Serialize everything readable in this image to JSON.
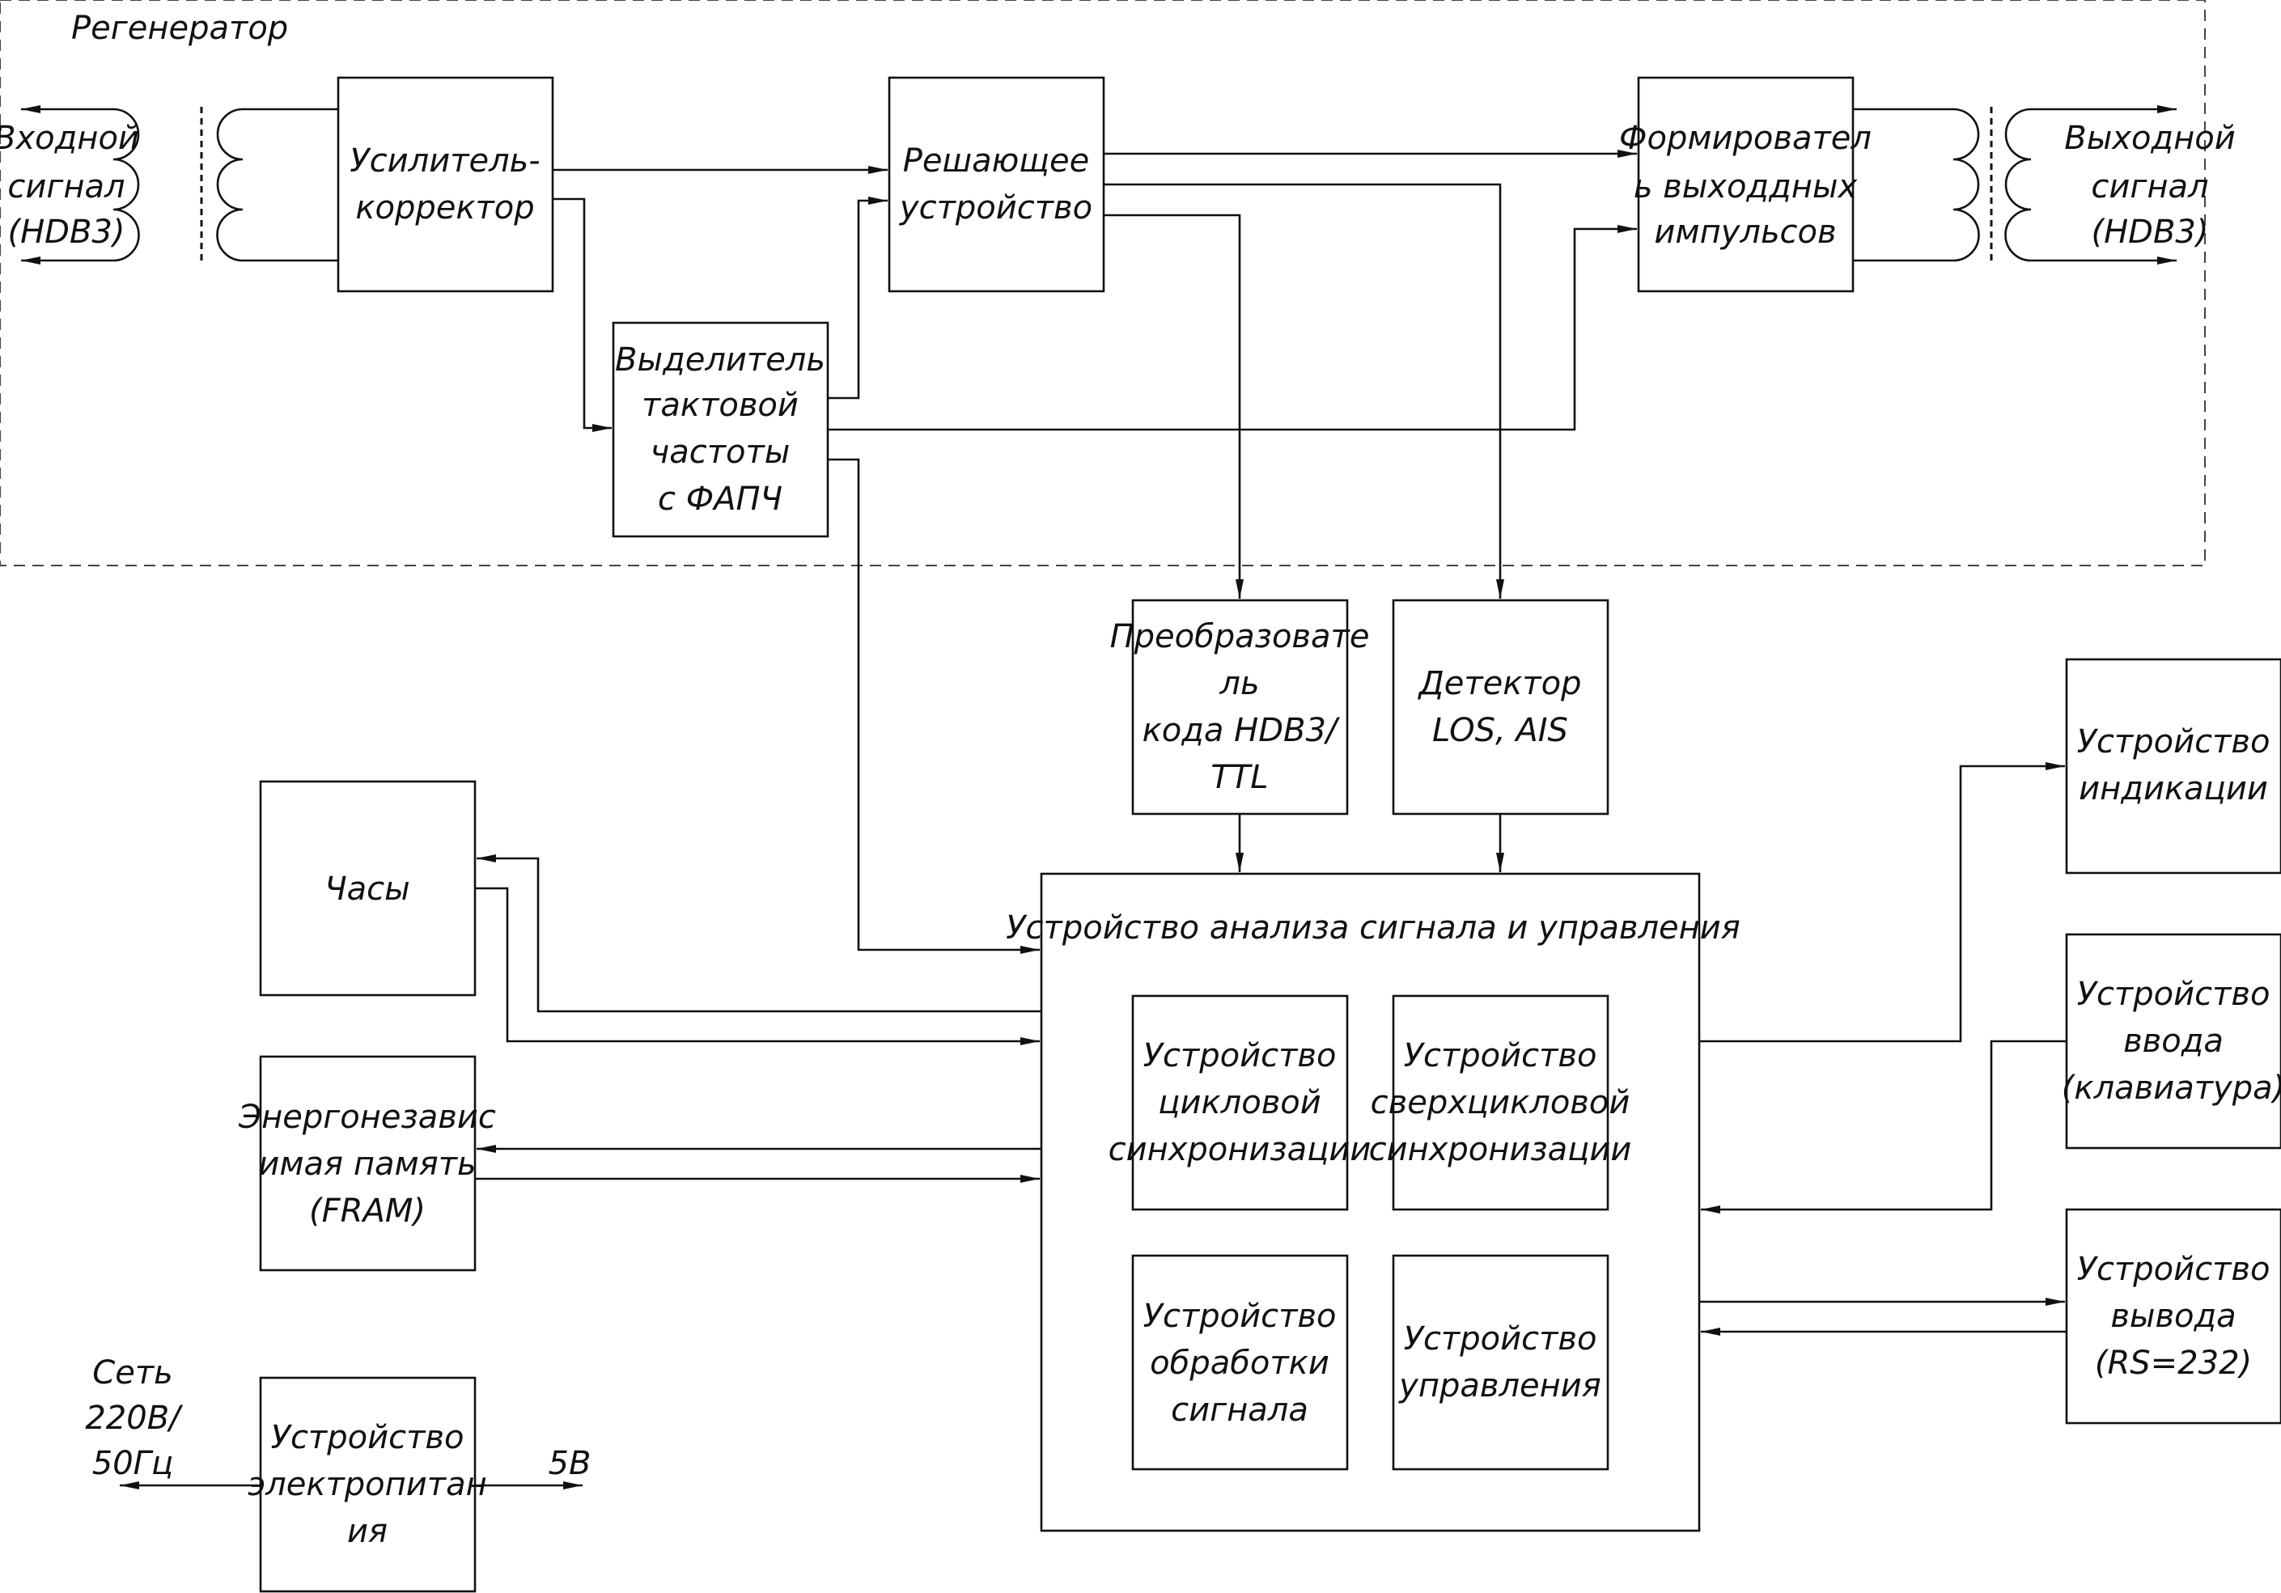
{
  "regenerator_label": "Регенератор",
  "input_signal": [
    "Входной",
    "сигнал",
    "(HDB3)"
  ],
  "output_signal": [
    "Выходной",
    "сигнал",
    "(HDB3)"
  ],
  "blocks": {
    "amplifier": [
      "Усилитель-",
      "корректор"
    ],
    "decision": [
      "Решающее",
      "устройство"
    ],
    "clock_extractor": [
      "Выделитель",
      "тактовой",
      "частоты",
      "с ФАПЧ"
    ],
    "pulse_former": [
      "Формировател",
      "ь выходдных",
      "импульсов"
    ],
    "converter": [
      "Преобразовате",
      "ль",
      "кода HDB3/",
      "TTL"
    ],
    "detector": [
      "Детектор",
      "LOS, AIS"
    ],
    "analysis_title": "Устройство анализа сигнала и управления",
    "frame_sync": [
      "Устройство",
      "цикловой",
      "синхронизации"
    ],
    "multiframe_sync": [
      "Устройство",
      "сверхцикловой",
      "синхронизации"
    ],
    "signal_processing": [
      "Устройство",
      "обработки",
      "сигнала"
    ],
    "control": [
      "Устройство",
      "управления"
    ],
    "clock": [
      "Часы"
    ],
    "nvram": [
      "Энергонезавис",
      "имая память",
      "(FRAM)"
    ],
    "power": [
      "Устройство",
      "электропитан",
      "ия"
    ],
    "indication": [
      "Устройство",
      "индикации"
    ],
    "input_device": [
      "Устройство",
      "ввода",
      "(клавиатура)"
    ],
    "output_device": [
      "Устройство",
      "вывода",
      "(RS=232)"
    ]
  },
  "mains_label": [
    "Сеть",
    "220В/",
    "50Гц"
  ],
  "power_out_label": "5В"
}
